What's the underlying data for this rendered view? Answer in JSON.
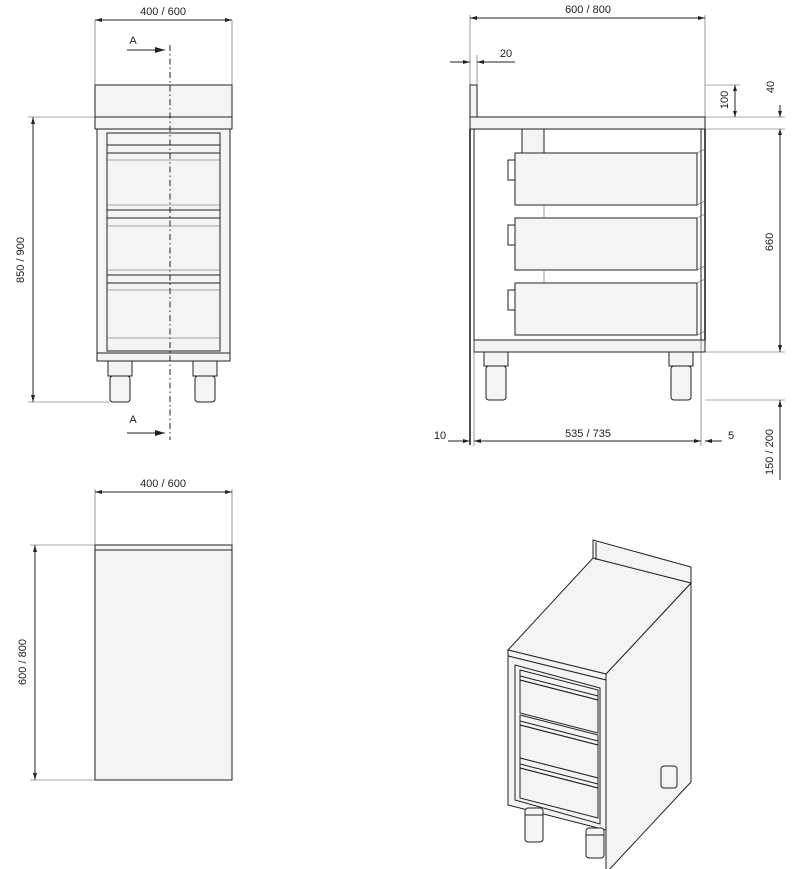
{
  "front_view": {
    "width_dim": "400 / 600",
    "height_dim": "850 / 900",
    "section_top": "A",
    "section_bottom": "A"
  },
  "side_view": {
    "depth_dim": "600 / 800",
    "upstand_thickness_dim": "20",
    "upstand_height_dim": "100",
    "top_thickness_dim": "40",
    "body_height_dim": "660",
    "leg_height_dim": "150 / 200",
    "inner_depth_dim": "535 / 735",
    "rear_offset_dim": "10",
    "front_offset_dim": "5"
  },
  "top_view": {
    "width_dim": "400 / 600",
    "depth_dim": "600 / 800"
  }
}
